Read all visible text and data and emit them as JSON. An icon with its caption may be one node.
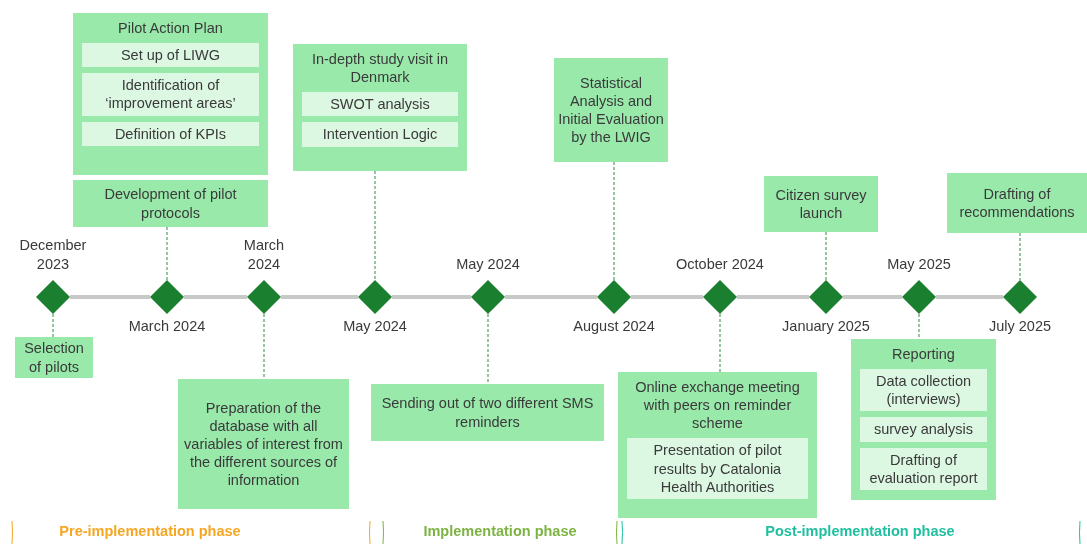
{
  "diagram": {
    "nodes": [
      {
        "text": [
          "Pilot Action Plan"
        ]
      },
      {
        "text": [
          "Set up of LIWG"
        ],
        "in": 0
      },
      {
        "text": [
          "Identification of ‘improvement areas’"
        ],
        "in": 0
      },
      {
        "text": [
          "Definition of KPIs"
        ],
        "in": 0
      },
      {
        "text": [
          "Development of pilot protocols"
        ]
      },
      {
        "text": [
          "In-depth study visit in Denmark"
        ]
      },
      {
        "text": [
          "SWOT analysis"
        ],
        "in": 5
      },
      {
        "text": [
          "Intervention Logic"
        ],
        "in": 5
      },
      {
        "text": [
          "Statistical Analysis and Initial Evaluation by the LWIG"
        ]
      },
      {
        "text": [
          "Citizen survey launch"
        ]
      },
      {
        "text": [
          "Drafting of recommendations"
        ]
      },
      {
        "text": [],
        "shape": "diamond",
        "beside": [
          "December 2023"
        ]
      },
      {
        "text": [],
        "shape": "diamond",
        "beside": [
          "March 2024"
        ]
      },
      {
        "text": [],
        "shape": "diamond",
        "beside": [
          "March 2024"
        ]
      },
      {
        "text": [],
        "shape": "diamond",
        "beside": [
          "May 2024"
        ]
      },
      {
        "text": [],
        "shape": "diamond",
        "beside": [
          "May 2024"
        ]
      },
      {
        "text": [],
        "shape": "diamond",
        "beside": [
          "August 2024"
        ]
      },
      {
        "text": [],
        "shape": "diamond",
        "beside": [
          "October 2024"
        ]
      },
      {
        "text": [],
        "shape": "diamond",
        "beside": [
          "January 2025"
        ]
      },
      {
        "text": [],
        "shape": "diamond",
        "beside": [
          "May 2025"
        ]
      },
      {
        "text": [],
        "shape": "diamond",
        "beside": [
          "July 2025"
        ]
      },
      {
        "text": [
          "Selection of pilots"
        ]
      },
      {
        "text": [
          "Preparation of the database with all variables of interest from the different sources of information"
        ]
      },
      {
        "text": [
          "Sending out of two different SMS reminders"
        ]
      },
      {
        "text": [
          "Online exchange meeting with peers on reminder scheme"
        ]
      },
      {
        "text": [
          "Presentation of pilot results by Catalonia Health Authorities"
        ],
        "in": 24
      },
      {
        "text": [
          "Reporting"
        ]
      },
      {
        "text": [
          "Data collection (interviews)"
        ],
        "in": 26
      },
      {
        "text": [
          "survey analysis"
        ],
        "in": 26
      },
      {
        "text": [
          "Drafting of evaluation report"
        ],
        "in": 26
      }
    ],
    "edges": [
      {
        "from": 4,
        "to": 12,
        "arrow": "none",
        "style": "dashed"
      },
      {
        "from": 5,
        "to": 14,
        "arrow": "none",
        "style": "dashed"
      },
      {
        "from": 8,
        "to": 16,
        "arrow": "none",
        "style": "dashed"
      },
      {
        "from": 9,
        "to": 18,
        "arrow": "none",
        "style": "dashed"
      },
      {
        "from": 10,
        "to": 20,
        "arrow": "none",
        "style": "dashed"
      },
      {
        "from": 11,
        "to": 21,
        "arrow": "none",
        "style": "dashed"
      },
      {
        "from": 13,
        "to": 22,
        "arrow": "none",
        "style": "dashed"
      },
      {
        "from": 15,
        "to": 23,
        "arrow": "none",
        "style": "dashed"
      },
      {
        "from": 17,
        "to": 24,
        "arrow": "none",
        "style": "dashed"
      },
      {
        "from": 19,
        "to": 26,
        "arrow": "none",
        "style": "dashed"
      },
      {
        "from": 11,
        "to": 12,
        "arrow": "none",
        "style": "thick",
        "color": "#c8c8c8"
      },
      {
        "from": 12,
        "to": 13,
        "arrow": "none",
        "style": "thick",
        "color": "#c8c8c8"
      },
      {
        "from": 13,
        "to": 14,
        "arrow": "none",
        "style": "thick",
        "color": "#c8c8c8"
      },
      {
        "from": 14,
        "to": 15,
        "arrow": "none",
        "style": "thick",
        "color": "#c8c8c8"
      },
      {
        "from": 15,
        "to": 16,
        "arrow": "none",
        "style": "thick",
        "color": "#c8c8c8"
      },
      {
        "from": 16,
        "to": 17,
        "arrow": "none",
        "style": "thick",
        "color": "#c8c8c8"
      },
      {
        "from": 17,
        "to": 18,
        "arrow": "none",
        "style": "thick",
        "color": "#c8c8c8"
      },
      {
        "from": 18,
        "to": 19,
        "arrow": "none",
        "style": "thick",
        "color": "#c8c8c8"
      },
      {
        "from": 19,
        "to": 20,
        "arrow": "none",
        "style": "thick",
        "color": "#c8c8c8"
      }
    ],
    "labels": [
      "Pre-implementation phase",
      "Implementation phase",
      "Post-implementation phase"
    ]
  }
}
